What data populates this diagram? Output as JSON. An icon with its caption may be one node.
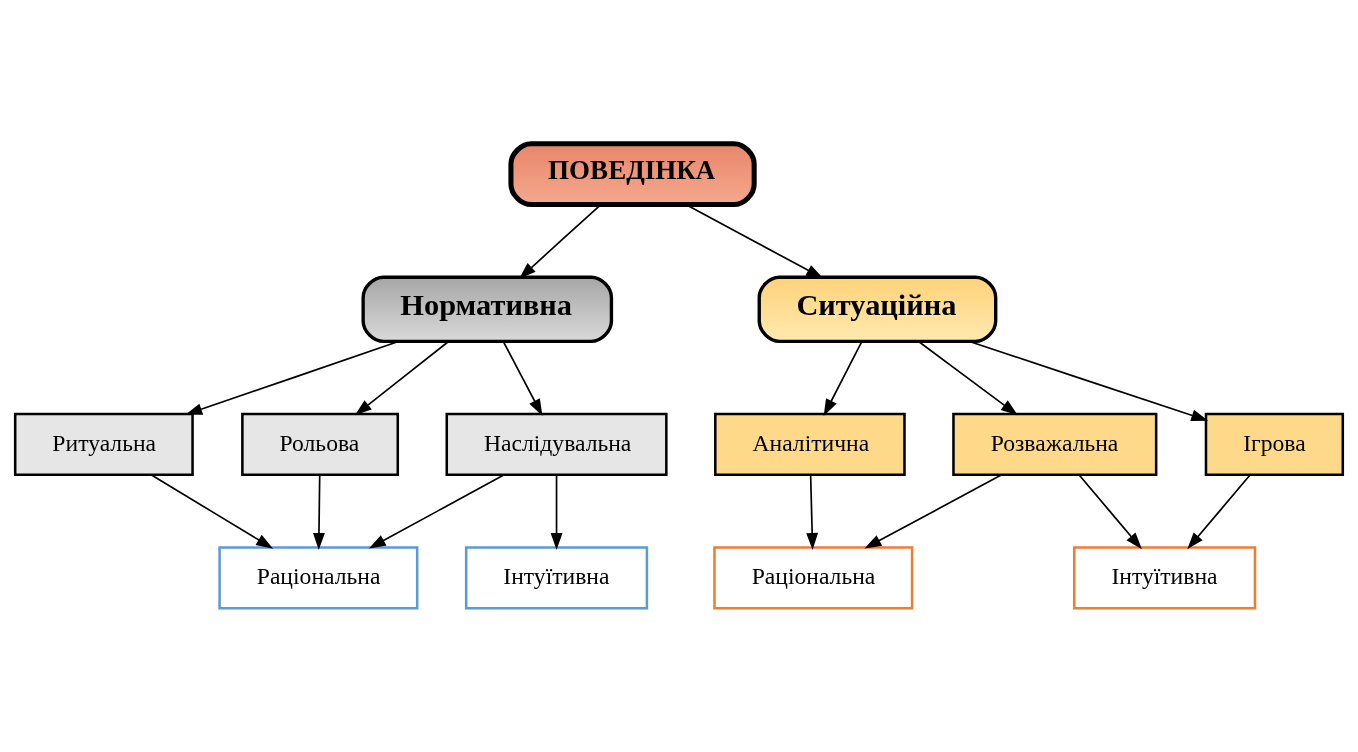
{
  "diagram": {
    "nodes": [
      {
        "text": [
          "ПОВЕДІНКА"
        ]
      },
      {
        "text": [
          "Нормативна"
        ]
      },
      {
        "text": [
          "Ситуаційна"
        ]
      },
      {
        "text": [
          "Ритуальна"
        ]
      },
      {
        "text": [
          "Наслідувальна"
        ]
      },
      {
        "text": [
          "Рольова"
        ]
      },
      {
        "text": [
          "Аналітична"
        ]
      },
      {
        "text": [
          "Розважальна"
        ]
      },
      {
        "text": [
          "Ігрова"
        ]
      },
      {
        "text": [
          "Раціональна"
        ]
      },
      {
        "text": [
          "Інтуїтивна"
        ]
      },
      {
        "text": [
          "Раціональна"
        ]
      },
      {
        "text": [
          "Інтуїтивна"
        ]
      }
    ],
    "edges": [
      {
        "from": 0,
        "to": 1,
        "arrow": "to"
      },
      {
        "from": 0,
        "to": 2,
        "arrow": "to"
      },
      {
        "from": 1,
        "to": 3,
        "arrow": "to"
      },
      {
        "from": 1,
        "to": 4,
        "arrow": "to"
      },
      {
        "from": 1,
        "to": 5,
        "arrow": "to"
      },
      {
        "from": 2,
        "to": 6,
        "arrow": "to"
      },
      {
        "from": 2,
        "to": 7,
        "arrow": "to"
      },
      {
        "from": 2,
        "to": 8,
        "arrow": "to"
      },
      {
        "from": 3,
        "to": 9,
        "arrow": "to"
      },
      {
        "from": 4,
        "to": 9,
        "arrow": "to"
      },
      {
        "from": 4,
        "to": 10,
        "arrow": "to"
      },
      {
        "from": 5,
        "to": 9,
        "arrow": "to"
      },
      {
        "from": 6,
        "to": 11,
        "arrow": "to"
      },
      {
        "from": 7,
        "to": 11,
        "arrow": "to"
      },
      {
        "from": 7,
        "to": 12,
        "arrow": "to"
      },
      {
        "from": 8,
        "to": 12,
        "arrow": "to"
      }
    ]
  }
}
